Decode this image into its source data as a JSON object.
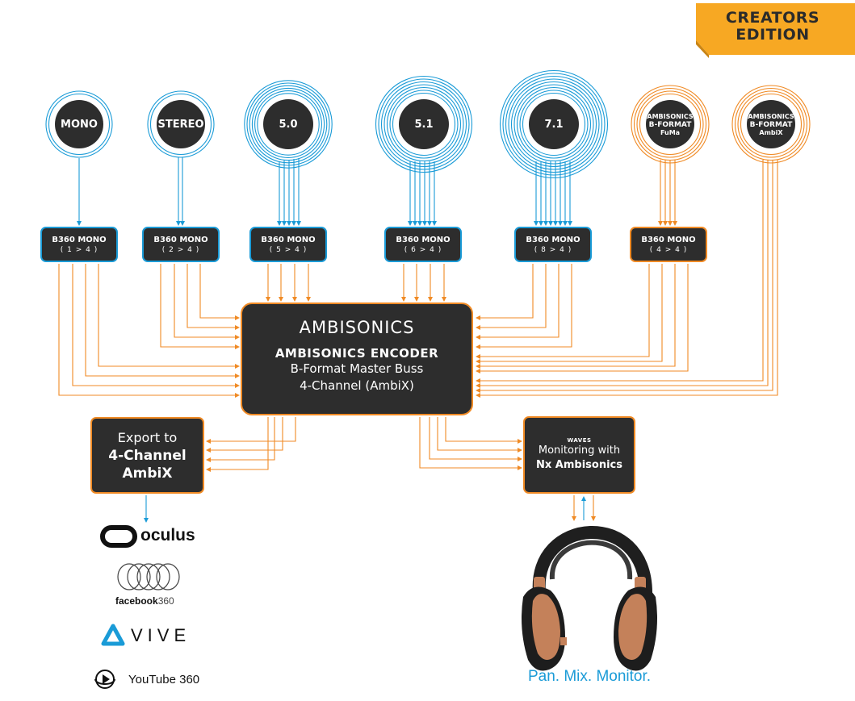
{
  "badge": {
    "line1": "CREATORS",
    "line2": "EDITION"
  },
  "sources": [
    {
      "label": "MONO",
      "ring_color": "#1a9bd7"
    },
    {
      "label": "STEREO",
      "ring_color": "#1a9bd7"
    },
    {
      "label": "5.0",
      "ring_color": "#1a9bd7"
    },
    {
      "label": "5.1",
      "ring_color": "#1a9bd7"
    },
    {
      "label": "7.1",
      "ring_color": "#1a9bd7"
    },
    {
      "label_lines": [
        "AMBISONICS",
        "B-FORMAT",
        "FuMa"
      ],
      "ring_color": "#f08a24"
    },
    {
      "label_lines": [
        "AMBISONICS",
        "B-FORMAT",
        "AmbiX"
      ],
      "ring_color": "#f08a24"
    }
  ],
  "encoders": [
    {
      "title": "B360 MONO",
      "ratio": "( 1 > 4 )"
    },
    {
      "title": "B360 MONO",
      "ratio": "( 2 > 4 )"
    },
    {
      "title": "B360 MONO",
      "ratio": "( 5 > 4 )"
    },
    {
      "title": "B360 MONO",
      "ratio": "( 6 > 4 )"
    },
    {
      "title": "B360 MONO",
      "ratio": "( 8 > 4 )"
    },
    {
      "title": "B360 MONO",
      "ratio": "( 4 > 4 )"
    }
  ],
  "ambisonics_encoder": {
    "logo": "AMBISONICS",
    "title": "AMBISONICS ENCODER",
    "line1": "B-Format Master Buss",
    "line2": "4-Channel (AmbiX)"
  },
  "export_box": {
    "line1": "Export to",
    "line2": "4-Channel",
    "line3": "AmbiX"
  },
  "monitor_box": {
    "logo": "WAVES",
    "line1": "Monitoring with",
    "line2": "Nx Ambisonics"
  },
  "platforms": {
    "oculus": "oculus",
    "facebook": "facebook",
    "facebook_suffix": "360",
    "vive": "VIVE",
    "youtube": "YouTube 360"
  },
  "tagline": "Pan. Mix. Monitor.",
  "colors": {
    "blue": "#1a9bd7",
    "orange": "#f08a24",
    "dark": "#2d2d2d",
    "badge": "#f7a823",
    "copper": "#c4815a"
  }
}
